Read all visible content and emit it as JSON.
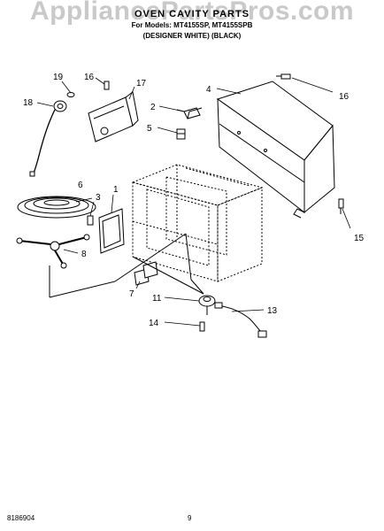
{
  "watermark": "AppliancePartsPros.com",
  "header": {
    "title": "OVEN CAVITY PARTS",
    "models": "For Models: MT4155SP, MT4155SPB",
    "colors": "(DESIGNER WHITE)  (BLACK)"
  },
  "callouts": [
    {
      "id": "c19",
      "text": "19"
    },
    {
      "id": "c16a",
      "text": "16"
    },
    {
      "id": "c17",
      "text": "17"
    },
    {
      "id": "c18",
      "text": "18"
    },
    {
      "id": "c2",
      "text": "2"
    },
    {
      "id": "c4",
      "text": "4"
    },
    {
      "id": "c16b",
      "text": "16"
    },
    {
      "id": "c5",
      "text": "5"
    },
    {
      "id": "c6",
      "text": "6"
    },
    {
      "id": "c3",
      "text": "3"
    },
    {
      "id": "c1",
      "text": "1"
    },
    {
      "id": "c8",
      "text": "8"
    },
    {
      "id": "c15",
      "text": "15"
    },
    {
      "id": "c7",
      "text": "7"
    },
    {
      "id": "c11",
      "text": "11"
    },
    {
      "id": "c13",
      "text": "13"
    },
    {
      "id": "c14",
      "text": "14"
    }
  ],
  "footer": {
    "doc_number": "8186904",
    "page": "9"
  }
}
